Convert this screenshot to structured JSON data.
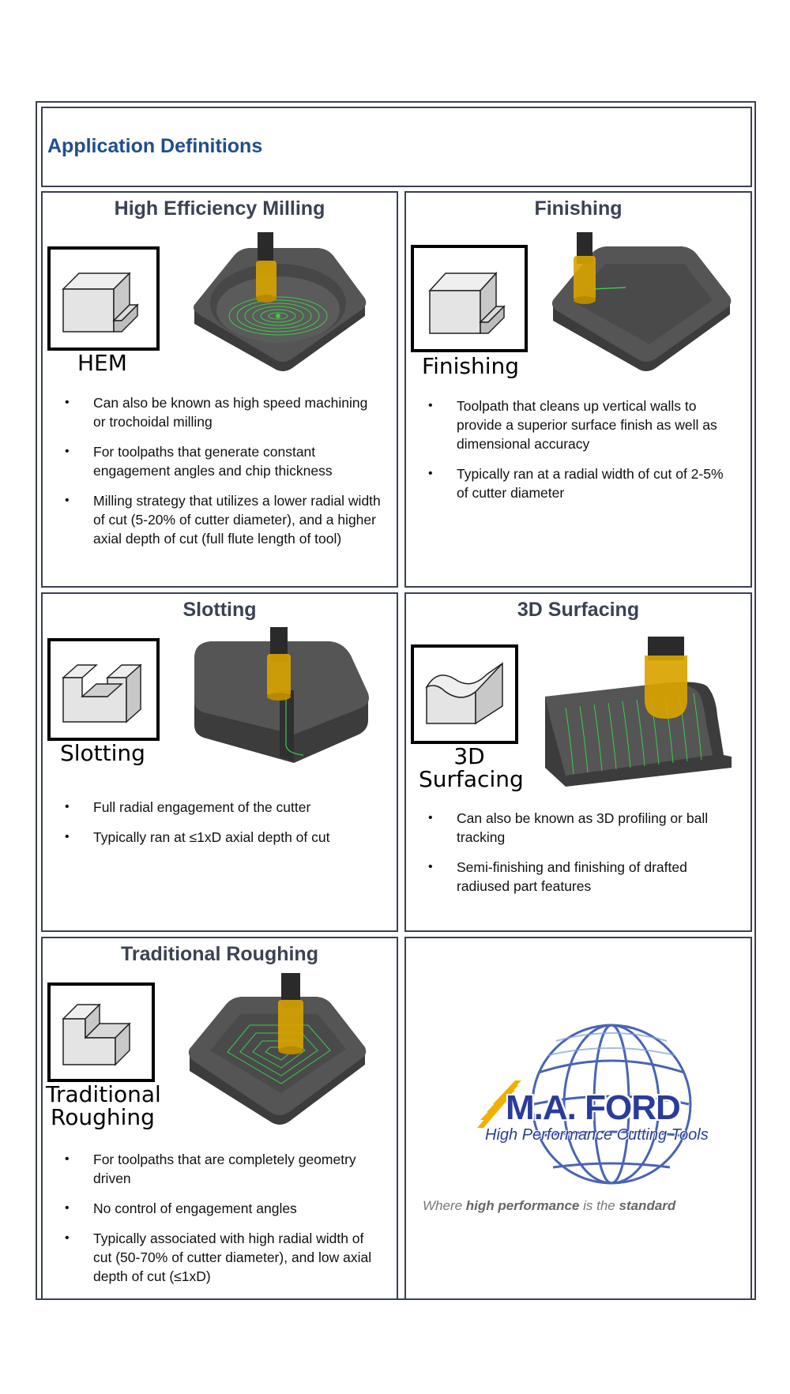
{
  "header": {
    "title": "Application Definitions"
  },
  "cells": {
    "hem": {
      "title": "High Efficiency Milling",
      "icon_label": "HEM",
      "bullets": [
        "Can also be known as high speed machining or trochoidal milling",
        "For toolpaths that generate constant engagement angles and chip thickness",
        "Milling strategy that utilizes a lower radial width of cut (5-20% of cutter diameter), and a higher axial depth of cut (full flute length of tool)"
      ]
    },
    "finishing": {
      "title": "Finishing",
      "icon_label": "Finishing",
      "bullets": [
        "Toolpath that cleans up vertical walls to provide a superior surface finish as well as dimensional accuracy",
        "Typically ran at a radial width of cut of 2-5% of cutter diameter"
      ]
    },
    "slotting": {
      "title": "Slotting",
      "icon_label": "Slotting",
      "bullets": [
        "Full radial engagement of the cutter",
        "Typically ran at ≤1xD axial depth of cut"
      ]
    },
    "surfacing": {
      "title": "3D Surfacing",
      "icon_label_line1": "3D",
      "icon_label_line2": "Surfacing",
      "bullets": [
        "Can also be known as 3D profiling or ball tracking",
        "Semi-finishing and finishing of drafted radiused part features"
      ]
    },
    "roughing": {
      "title": "Traditional Roughing",
      "icon_label_line1": "Traditional",
      "icon_label_line2": "Roughing",
      "bullets": [
        "For toolpaths that are completely geometry driven",
        "No control of engagement angles",
        "Typically associated with high radial width of cut (50-70% of cutter diameter), and low axial depth of cut (≤1xD)"
      ]
    }
  },
  "logo": {
    "brand": "M.A. FORD",
    "subtitle": "High Performance Cutting Tools",
    "tagline_part1": "Where ",
    "tagline_bold1": "high performance",
    "tagline_part2": " is the ",
    "tagline_bold2": "standard"
  },
  "colors": {
    "title_blue": "#1f4e8c",
    "toolpath_green": "#3ec94a",
    "tool_gold": "#d9a400",
    "block_dark": "#4a4a4a",
    "logo_blue": "#2a4aa8",
    "logo_gold": "#f0b000"
  }
}
